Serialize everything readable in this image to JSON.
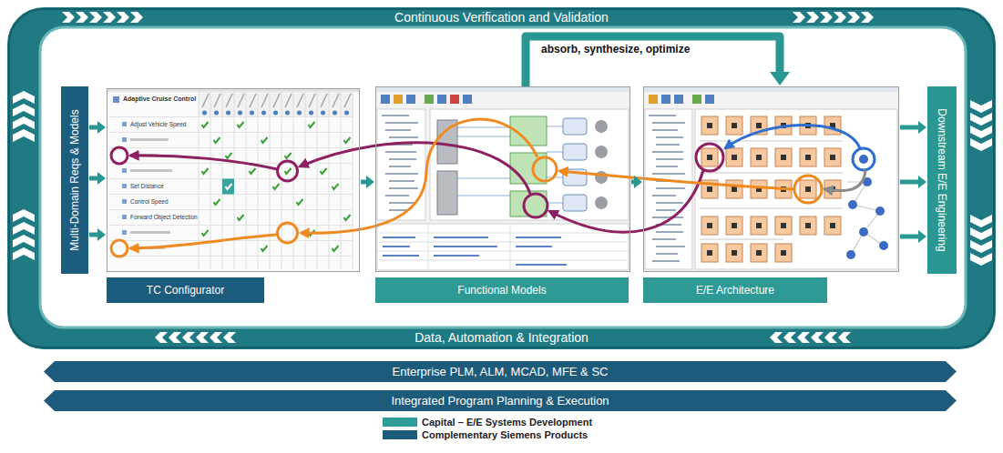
{
  "diagram": {
    "nodes": [
      {
        "text": [
          "Continuous Verification and Validation",
          "Data, Automation & Integration"
        ]
      },
      {
        "text": [
          "Multi-Domain Reqs & Models"
        ],
        "in": 0
      },
      {
        "text": [
          "TC Configurator"
        ],
        "in": 0
      },
      {
        "text": [
          "Functional Models"
        ],
        "in": 0
      },
      {
        "text": [
          "E/E Architecture"
        ],
        "in": 0
      },
      {
        "text": [
          "Downstream E/E Engineering"
        ],
        "in": 0
      },
      {
        "text": [
          "Enterprise PLM, ALM, MCAD, MFE & SC"
        ]
      },
      {
        "text": [
          "Integrated Program Planning & Execution"
        ]
      }
    ],
    "edges": [
      {
        "from": 1,
        "to": 2,
        "arrow": "to"
      },
      {
        "from": 1,
        "to": 2,
        "arrow": "to"
      },
      {
        "from": 1,
        "to": 2,
        "arrow": "to"
      },
      {
        "from": 2,
        "to": 3,
        "arrow": "to"
      },
      {
        "from": 3,
        "to": 4,
        "arrow": "to"
      },
      {
        "from": 3,
        "to": 4,
        "arrow": "to",
        "label": "absorb, synthesize, optimize"
      },
      {
        "from": 4,
        "to": 5,
        "arrow": "to"
      },
      {
        "from": 4,
        "to": 5,
        "arrow": "to"
      },
      {
        "from": 4,
        "to": 5,
        "arrow": "to"
      }
    ],
    "labels": [
      "Adaptive Cruise Control",
      "Adjust Vehicle Speed",
      "Set Distance",
      "Control Speed",
      "Forward Object Detection"
    ],
    "legend": [
      {
        "text": "Capital – E/E Systems Development",
        "color": "#2f9d97"
      },
      {
        "text": "Complementary Siemens Products",
        "color": "#1d5b7b"
      }
    ]
  }
}
